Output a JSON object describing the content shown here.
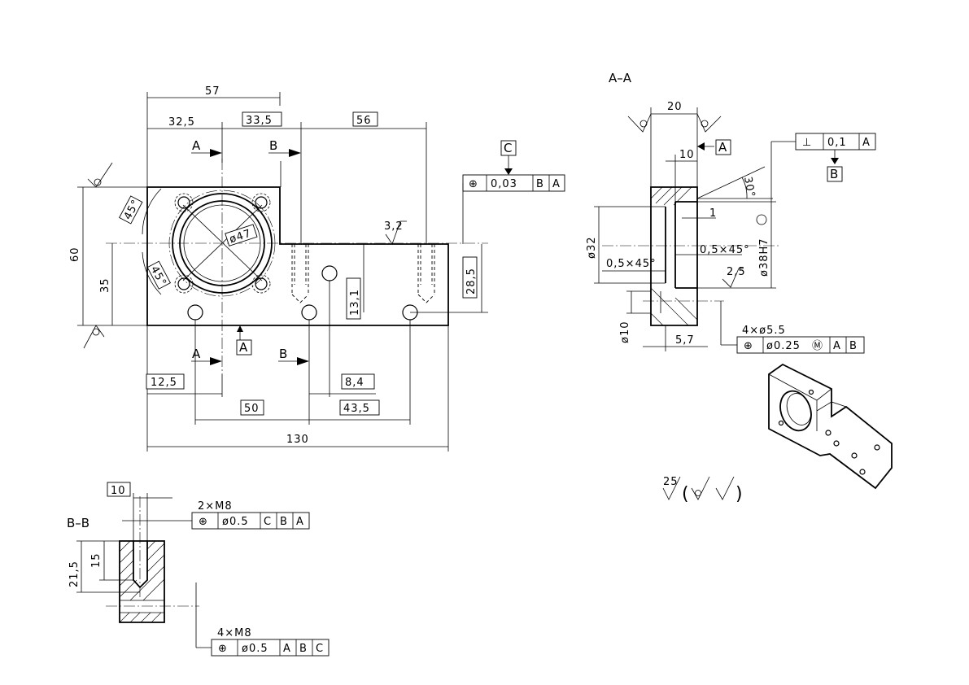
{
  "section_labels": {
    "aa": "A–A",
    "bb": "B–B"
  },
  "dims": {
    "d57": "57",
    "d32_5": "32,5",
    "d33_5": "33,5",
    "d56": "56",
    "d60": "60",
    "d35": "35",
    "d13_1": "13,1",
    "d28_5": "28,5",
    "d12_5": "12,5",
    "d8_4": "8,4",
    "d50": "50",
    "d43_5": "43,5",
    "d130": "130",
    "ang45a": "45°",
    "ang45b": "45°",
    "dia47": "ø47",
    "d20": "20",
    "d10": "10",
    "d1": "1",
    "ang30": "30°",
    "dia32": "ø32",
    "dia38": "ø38H7",
    "ch05a": "0,5×45°",
    "ch05b": "0,5×45°",
    "dia10": "ø10",
    "d5_7": "5,7",
    "holes4": "4×ø5.5",
    "bb10": "10",
    "bb21_5": "21,5",
    "bb15": "15",
    "m8x2": "2×M8",
    "m8x4": "4×M8"
  },
  "roughness": {
    "r32": "3,2",
    "r25": "2,5",
    "general": "25"
  },
  "letters": {
    "secA": "A",
    "secB": "B",
    "datumA": "A",
    "datumB": "B",
    "datumC": "C"
  },
  "fcf": {
    "pos_top": [
      "⊕",
      "0,03",
      "B",
      "A"
    ],
    "perp": [
      "⊥",
      "0,1",
      "A"
    ],
    "pos_holes": [
      "⊕",
      "ø0.25",
      "Ⓜ",
      "A",
      "B"
    ],
    "bb_m8x2": [
      "⊕",
      "ø0.5",
      "C",
      "B",
      "A"
    ],
    "bb_m8x4": [
      "⊕",
      "ø0.5",
      "A",
      "B",
      "C"
    ]
  }
}
